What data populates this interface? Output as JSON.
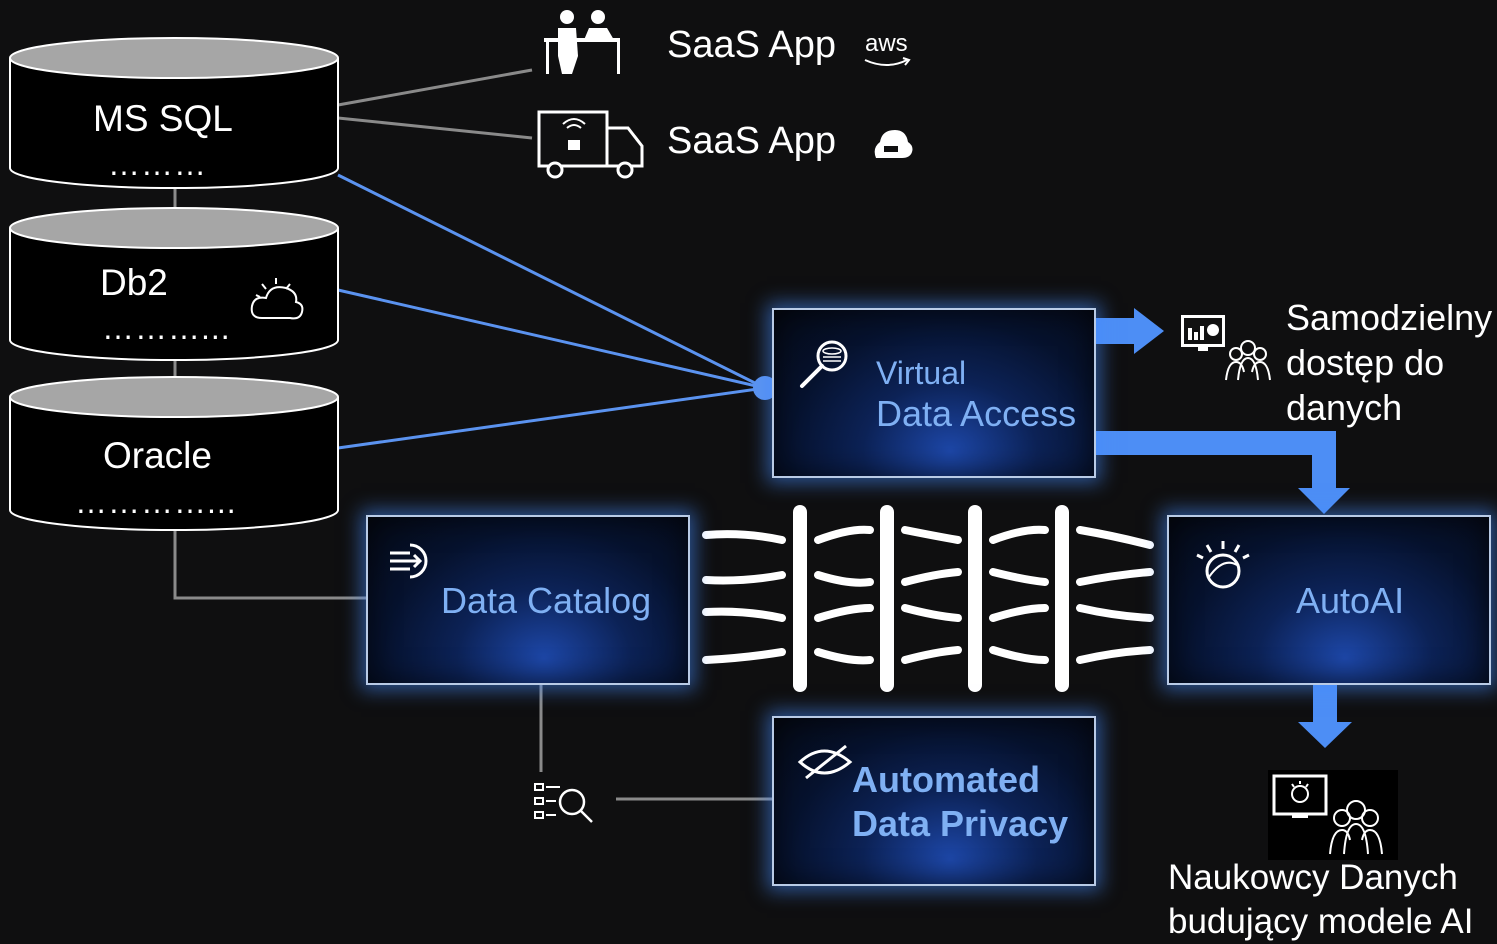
{
  "databases": [
    {
      "name": "MS SQL",
      "dots": "………"
    },
    {
      "name": "Db2",
      "dots": "………..."
    },
    {
      "name": "Oracle",
      "dots": "…………..."
    }
  ],
  "saas": [
    {
      "label": "SaaS App",
      "provider_logo": "aws",
      "provider_icon": "aws-logo",
      "app_icon": "people-desk-icon"
    },
    {
      "label": "SaaS App",
      "provider_icon": "google-cloud-icon",
      "app_icon": "delivery-truck-icon"
    }
  ],
  "panels": {
    "virtual_data_access": {
      "line1": "Virtual",
      "line2": "Data Access"
    },
    "data_catalog": {
      "label": "Data Catalog"
    },
    "autoai": {
      "label": "AutoAI"
    },
    "data_privacy": {
      "line1": "Automated",
      "line2": "Data Privacy"
    }
  },
  "self_service": {
    "lines": [
      "Samodzielny",
      "dostęp do",
      "danych"
    ]
  },
  "data_scientists": {
    "lines": [
      "Naukowcy Danych",
      "budujący modele AI"
    ]
  },
  "colors": {
    "background": "#0f0f10",
    "connector_blue": "#5b93f0",
    "connector_grey": "#8a8a8a",
    "panel_text": "#7fb0f3",
    "arrow_blue": "#4d8ef5"
  }
}
